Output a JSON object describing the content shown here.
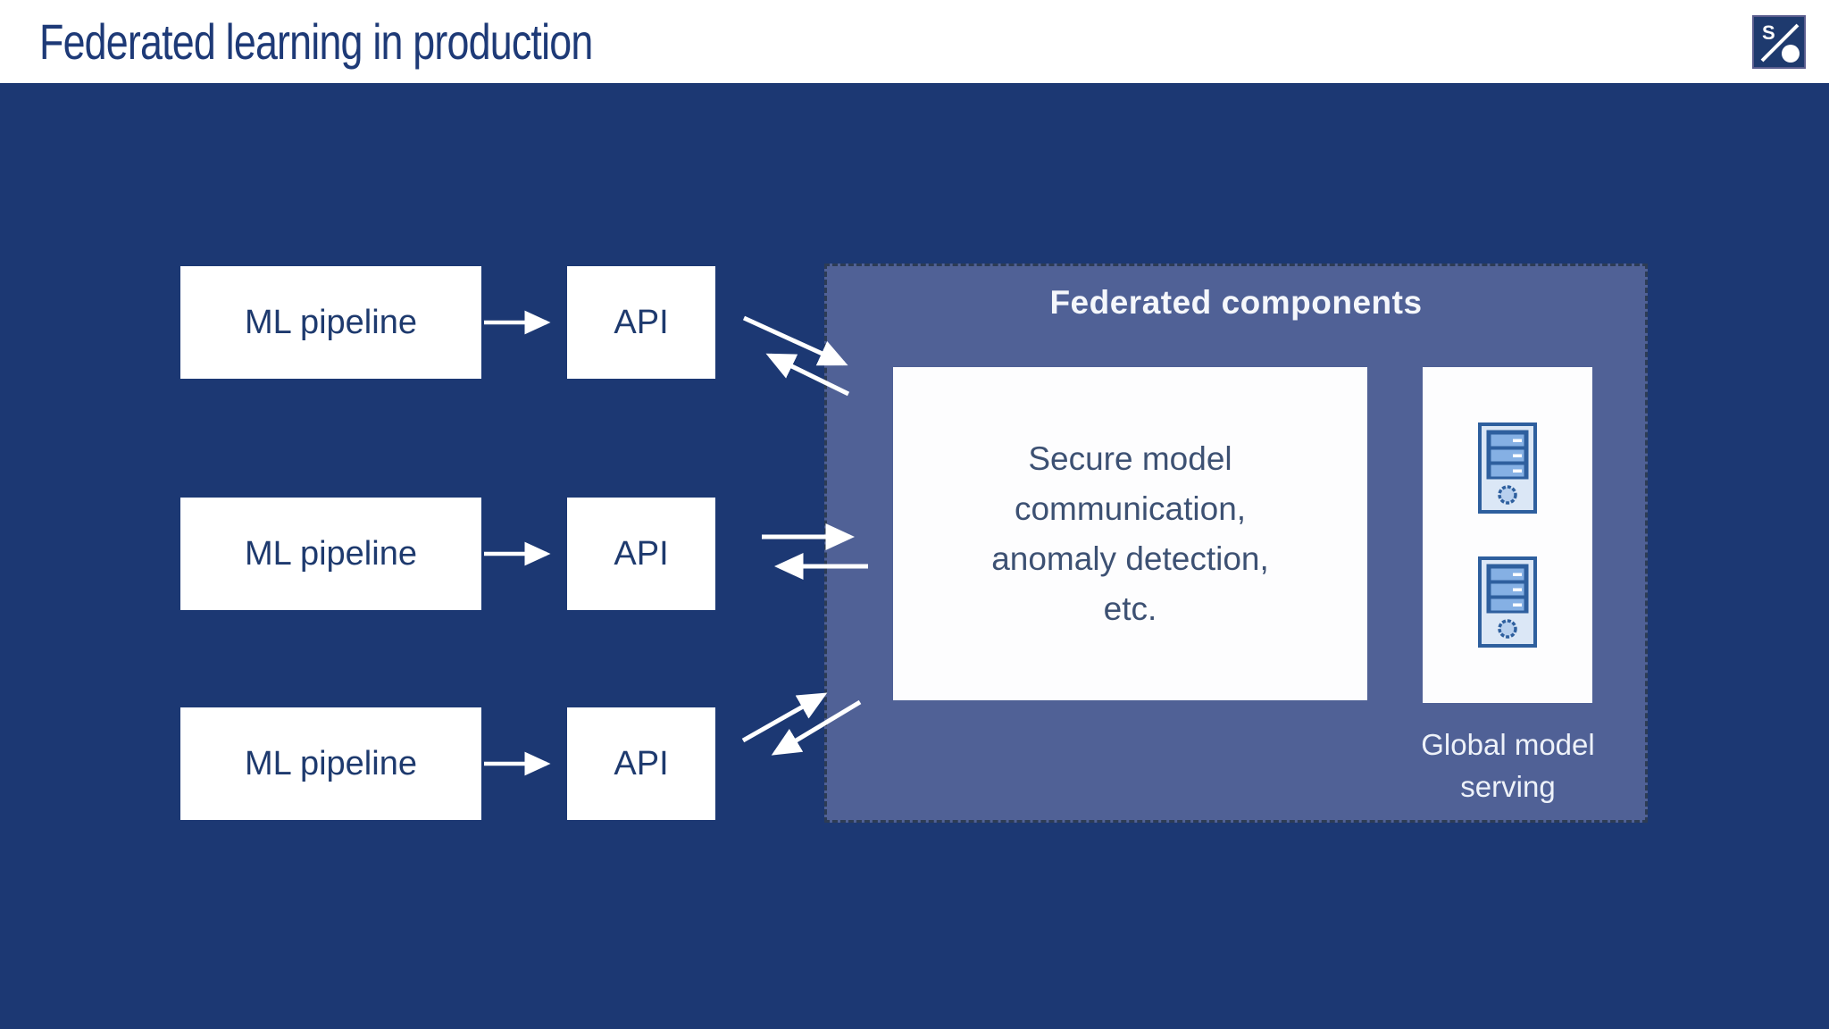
{
  "header": {
    "title": "Federated learning in production",
    "logo_letter": "S"
  },
  "rows": [
    {
      "pipeline": "ML pipeline",
      "api": "API"
    },
    {
      "pipeline": "ML pipeline",
      "api": "API"
    },
    {
      "pipeline": "ML pipeline",
      "api": "API"
    }
  ],
  "federated": {
    "title": "Federated components",
    "secure_lines": [
      "Secure model",
      "communication,",
      "anomaly detection,",
      "etc."
    ],
    "serving_lines": [
      "Global model",
      "serving"
    ]
  },
  "colors": {
    "background": "#1c3873",
    "header_bg": "#ffffff",
    "title_text": "#1e3a77",
    "panel_fill": "#506196",
    "panel_border": "#2d3c55",
    "box_fill": "#ffffff",
    "box_text": "#1e3a6e",
    "secure_text": "#3d5173",
    "arrow": "#ffffff",
    "server_stroke": "#2e5f9e",
    "server_fill": "#dbe7f6",
    "server_bay": "#85b0e4"
  }
}
